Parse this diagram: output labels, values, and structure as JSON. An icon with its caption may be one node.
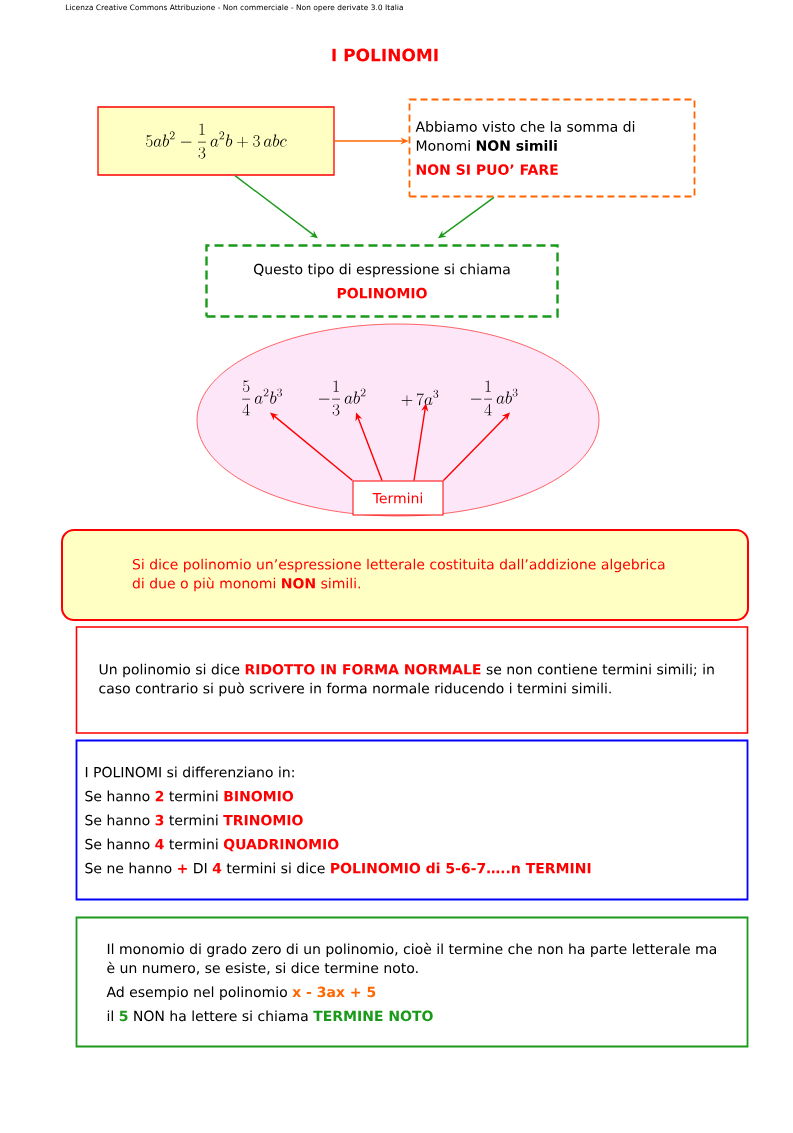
{
  "diagram": {
    "title": "I POLINOMI",
    "nodes": [
      {
        "text": [
          "5ab^{2} - \\frac{1}{3}\\,a^{2}b + 3\\,abc"
        ]
      },
      {
        "text": [
          "Abbiamo visto che la somma di Monomi **NON simili**",
          "NON SI PUO’ FARE"
        ]
      },
      {
        "text": [
          "Questo tipo di espressione si chiama",
          "POLINOMIO"
        ]
      },
      {
        "text": [],
        "shape": "ellipse"
      },
      {
        "text": [
          "\\frac{5}{4}\\,a^{2}b^{3}"
        ],
        "in": 3
      },
      {
        "text": [
          "-\\frac{1}{3}\\,ab^{2}"
        ],
        "in": 3
      },
      {
        "text": [
          "+\\,7a^{3}"
        ],
        "in": 3
      },
      {
        "text": [
          "-\\frac{1}{4}\\,ab^{3}"
        ],
        "in": 3
      },
      {
        "text": [
          "Termini"
        ],
        "in": 3
      },
      {
        "text": [
          "Si dice polinomio un’espressione letterale costituita dall’addizione algebrica di due o più monomi **NON** simili."
        ]
      },
      {
        "text": [
          "Un polinomio si dice **RIDOTTO IN FORMA NORMALE** se non contiene termini simili; in caso contrario si può scrivere in forma normale riducendo i termini simili."
        ]
      },
      {
        "text": [
          "I POLINOMI si differenziano in:",
          "Se hanno **2** termini **BINOMIO**",
          "Se hanno **3** termini **TRINOMIO**",
          "Se hanno **4** termini **QUADRINOMIO**",
          "Se ne hanno **+** DI **4** termini si dice **POLINOMIO di 5-6-7…..n TERMINI**"
        ]
      },
      {
        "text": [
          "Il monomio di grado zero di un polinomio, cioè il termine che non ha parte letterale ma è un numero, se esiste, si dice termine noto.",
          "Ad esempio nel polinomio **x - 3ax + 5**",
          "il **5** NON ha lettere si chiama **TERMINE NOTO**"
        ]
      }
    ],
    "edges": [
      {
        "from": 0,
        "to": 1,
        "arrow": "to",
        "color": "#ff6600"
      },
      {
        "from": 0,
        "to": 2,
        "arrow": "to",
        "color": "#1a9a1a"
      },
      {
        "from": 1,
        "to": 2,
        "arrow": "to",
        "color": "#1a9a1a"
      },
      {
        "from": 8,
        "to": 4,
        "arrow": "to"
      },
      {
        "from": 8,
        "to": 5,
        "arrow": "to"
      },
      {
        "from": 8,
        "to": 6,
        "arrow": "to"
      },
      {
        "from": 8,
        "to": 7,
        "arrow": "to"
      }
    ],
    "labels": [
      "Licenza Creative Commons Attribuzione - Non commerciale - Non opere derivate 3.0 Italia"
    ]
  }
}
